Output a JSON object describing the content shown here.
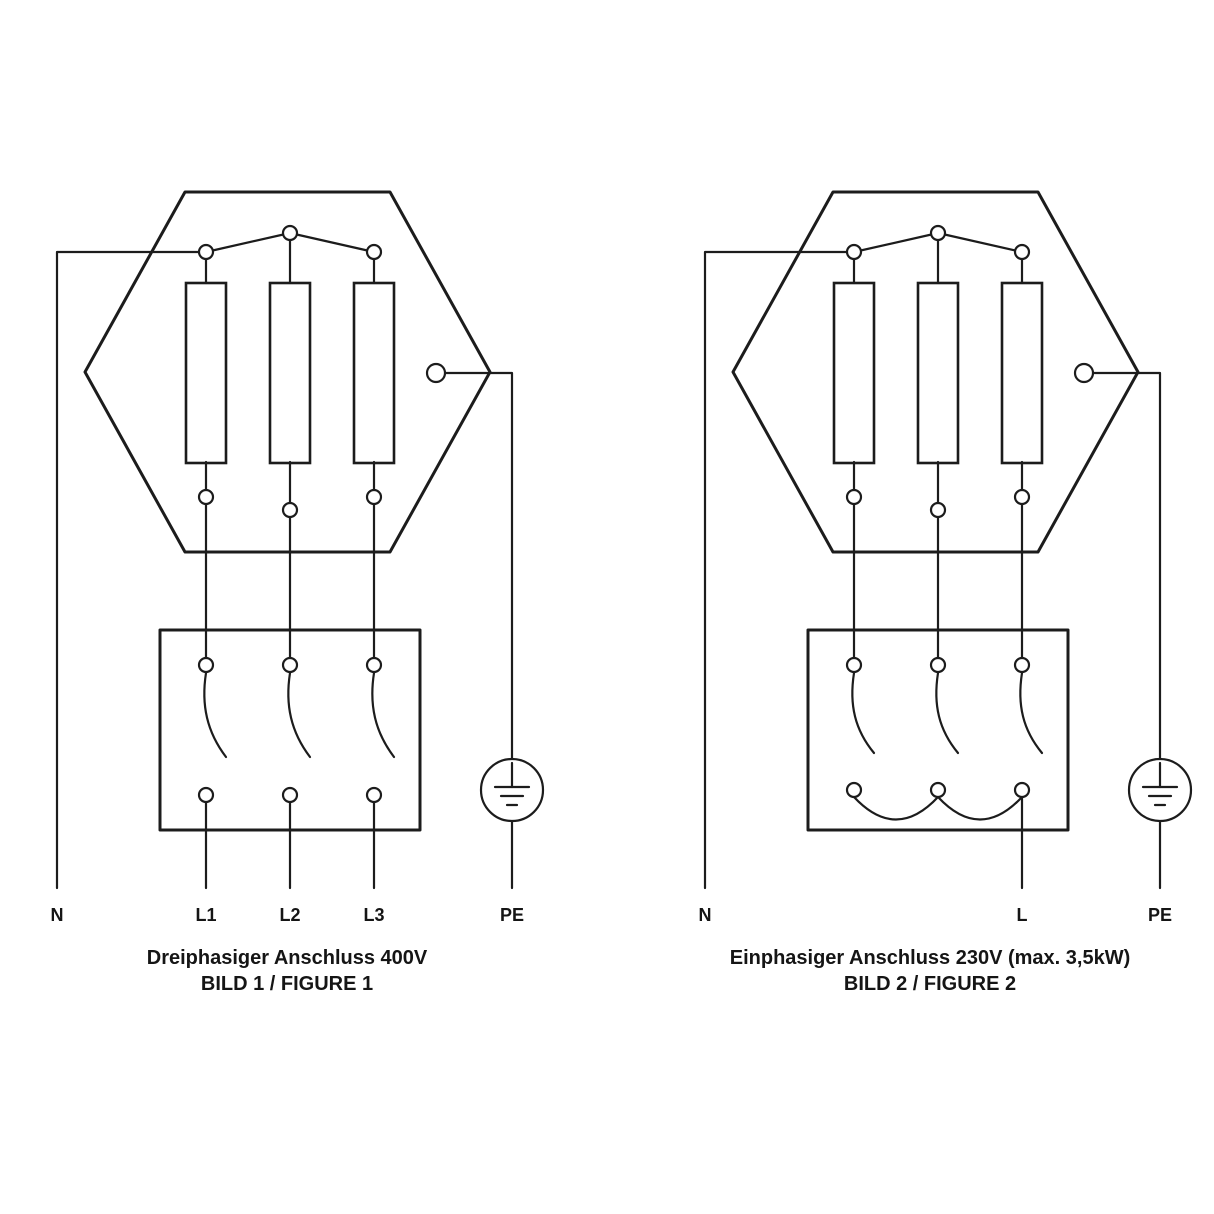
{
  "page": {
    "background_color": "#ffffff",
    "line_color": "#1c1c1c"
  },
  "figure1": {
    "labels": {
      "n": "N",
      "l1": "L1",
      "l2": "L2",
      "l3": "L3",
      "pe": "PE"
    },
    "caption_line1": "Dreiphasiger Anschluss 400V",
    "caption_line2": "BILD 1 / FIGURE 1"
  },
  "figure2": {
    "labels": {
      "n": "N",
      "l": "L",
      "pe": "PE"
    },
    "caption_line1": "Einphasiger Anschluss 230V (max. 3,5kW)",
    "caption_line2": "BILD 2 / FIGURE 2"
  }
}
